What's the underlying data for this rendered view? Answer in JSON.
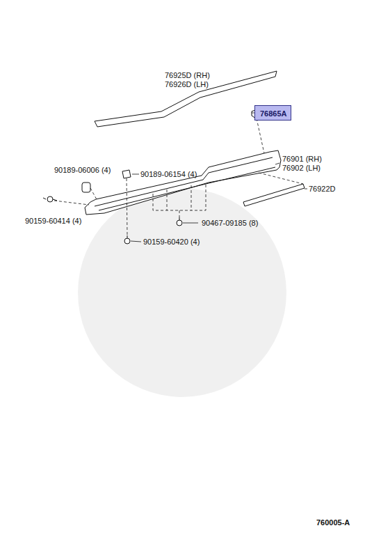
{
  "diagram": {
    "nodes": [
      {
        "text": [
          "76865A"
        ]
      }
    ],
    "labels": [
      "76925D (RH)",
      "76926D (LH)",
      "76901 (RH)",
      "76902 (LH)",
      "76922D",
      "90189-06006 (4)",
      "90189-06154 (4)",
      "90159-60414 (4)",
      "90467-09185 (8)",
      "90159-60420 (4)",
      "760005-A"
    ]
  }
}
